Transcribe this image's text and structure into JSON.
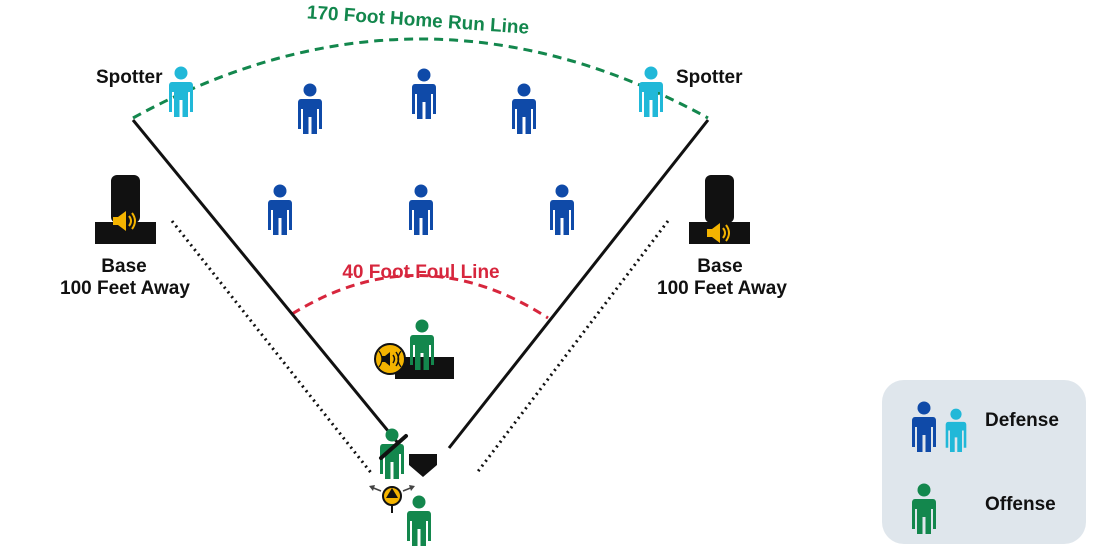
{
  "labels": {
    "home_run_line": "170 Foot Home Run Line",
    "foul_line": "40 Foot Foul Line",
    "spotter_left": "Spotter",
    "spotter_right": "Spotter",
    "base_left_line1": "Base",
    "base_left_line2": "100 Feet Away",
    "base_right_line1": "Base",
    "base_right_line2": "100 Feet Away"
  },
  "legend": {
    "defense": "Defense",
    "offense": "Offense"
  },
  "colors": {
    "defense": "#0f4aa8",
    "spotter": "#21b8d8",
    "offense": "#13874d",
    "home_run_line": "#13874d",
    "foul_line": "#d7263d",
    "beeper": "#f4b400",
    "base": "#111111"
  }
}
